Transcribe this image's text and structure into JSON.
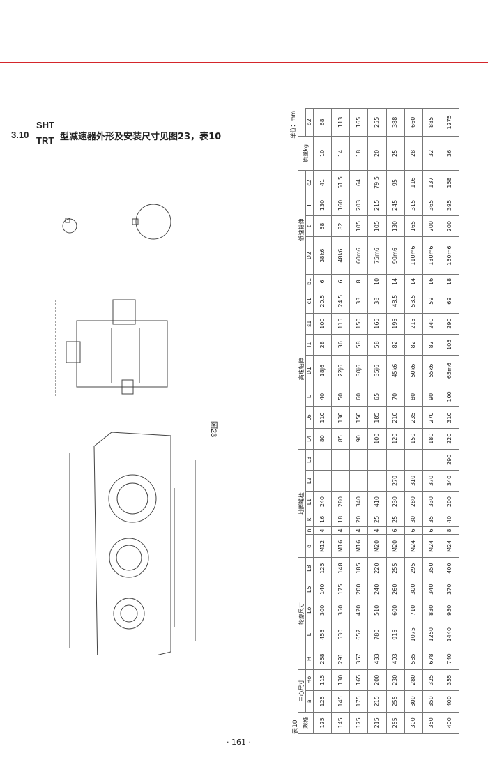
{
  "section": {
    "number": "3.10",
    "model_top": "SHT",
    "model_bottom": "TRT",
    "title": "型减速器外形及安装尺寸见图23，表10"
  },
  "figure_label": "图23",
  "page_number": "· 161 ·",
  "table": {
    "label": "表10",
    "unit": "单位：mm",
    "group_headers": [
      "规格",
      "中心尺寸",
      "轮廓尺寸",
      "地脚螺栓",
      "高速轴伸",
      "低速轴伸",
      "质量kg"
    ],
    "columns": [
      "a",
      "Ho",
      "H",
      "L",
      "Lo",
      "L5",
      "L8",
      "d",
      "n",
      "k",
      "L1",
      "L2",
      "L3",
      "L4",
      "L6",
      "L",
      "D1",
      "l1",
      "s1",
      "c1",
      "b1",
      "D2",
      "t",
      "T",
      "c2",
      "b2"
    ],
    "rows": [
      [
        "125",
        "125",
        "115",
        "258",
        "455",
        "300",
        "140",
        "125",
        "M12",
        "4",
        "16",
        "240",
        "",
        "",
        "80",
        "110",
        "40",
        "18j6",
        "28",
        "100",
        "20.5",
        "6",
        "38k6",
        "58",
        "130",
        "41",
        "10",
        "68"
      ],
      [
        "145",
        "145",
        "130",
        "291",
        "530",
        "350",
        "175",
        "148",
        "M16",
        "4",
        "18",
        "280",
        "",
        "",
        "85",
        "130",
        "50",
        "22j6",
        "36",
        "115",
        "24.5",
        "6",
        "48k6",
        "82",
        "160",
        "51.5",
        "14",
        "113"
      ],
      [
        "175",
        "175",
        "165",
        "367",
        "652",
        "420",
        "200",
        "185",
        "M16",
        "4",
        "20",
        "340",
        "",
        "",
        "90",
        "150",
        "60",
        "30j6",
        "58",
        "150",
        "33",
        "8",
        "60m6",
        "105",
        "203",
        "64",
        "18",
        "165"
      ],
      [
        "215",
        "215",
        "200",
        "433",
        "780",
        "510",
        "240",
        "220",
        "M20",
        "4",
        "25",
        "410",
        "",
        "",
        "100",
        "185",
        "65",
        "35j6",
        "58",
        "165",
        "38",
        "10",
        "75m6",
        "105",
        "215",
        "79.5",
        "20",
        "255"
      ],
      [
        "255",
        "255",
        "230",
        "493",
        "915",
        "600",
        "260",
        "255",
        "M20",
        "6",
        "25",
        "230",
        "270",
        "",
        "120",
        "210",
        "70",
        "45k6",
        "82",
        "195",
        "48.5",
        "14",
        "90m6",
        "130",
        "245",
        "95",
        "25",
        "388"
      ],
      [
        "300",
        "300",
        "280",
        "585",
        "1075",
        "710",
        "300",
        "295",
        "M24",
        "6",
        "30",
        "280",
        "310",
        "",
        "150",
        "235",
        "80",
        "50k6",
        "82",
        "215",
        "53.5",
        "14",
        "110m6",
        "165",
        "315",
        "116",
        "28",
        "660"
      ],
      [
        "350",
        "350",
        "325",
        "678",
        "1250",
        "830",
        "340",
        "350",
        "M24",
        "6",
        "35",
        "330",
        "370",
        "",
        "180",
        "270",
        "90",
        "55k6",
        "82",
        "240",
        "59",
        "16",
        "130m6",
        "200",
        "365",
        "137",
        "32",
        "885"
      ],
      [
        "400",
        "400",
        "355",
        "740",
        "1440",
        "950",
        "370",
        "400",
        "M24",
        "8",
        "40",
        "200",
        "340",
        "290",
        "220",
        "310",
        "100",
        "65m6",
        "105",
        "290",
        "69",
        "18",
        "150m6",
        "200",
        "395",
        "158",
        "36",
        "1275"
      ]
    ]
  }
}
